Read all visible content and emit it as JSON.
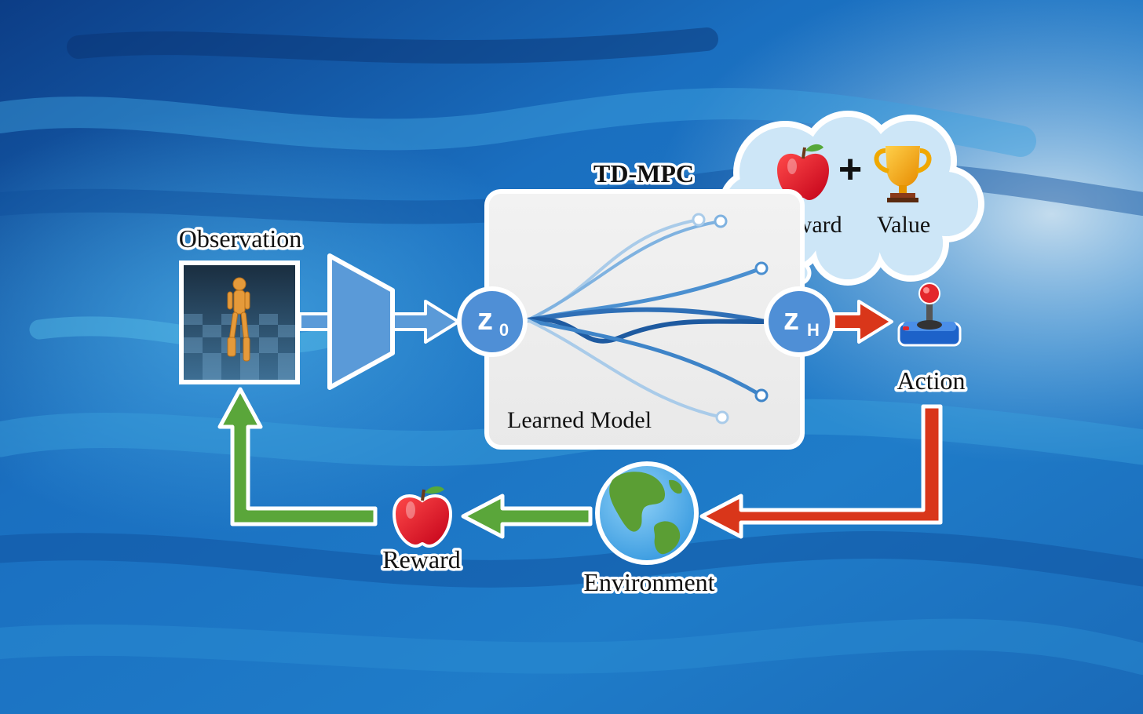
{
  "title": "TD-MPC",
  "labels": {
    "observation": "Observation",
    "learned_model": "Learned Model",
    "action": "Action",
    "environment": "Environment",
    "reward": "Reward",
    "thought_reward": "Reward",
    "thought_plus": "+",
    "thought_value": "Value"
  },
  "nodes": {
    "z0_main": "z",
    "z0_sub": "0",
    "zh_main": "z",
    "zh_sub": "H"
  },
  "icons": {
    "observation": "humanoid-on-checkerboard-icon",
    "encoder": "trapezoid-encoder-icon",
    "reward": "apple-icon",
    "value": "trophy-icon",
    "action": "joystick-icon",
    "environment": "earth-globe-icon"
  },
  "colors": {
    "blue_arrow": "#5a9ad8",
    "red_arrow": "#d9361a",
    "green_arrow": "#5aa63a",
    "node": "#4f8fd6",
    "panel": "#eeeeee"
  }
}
